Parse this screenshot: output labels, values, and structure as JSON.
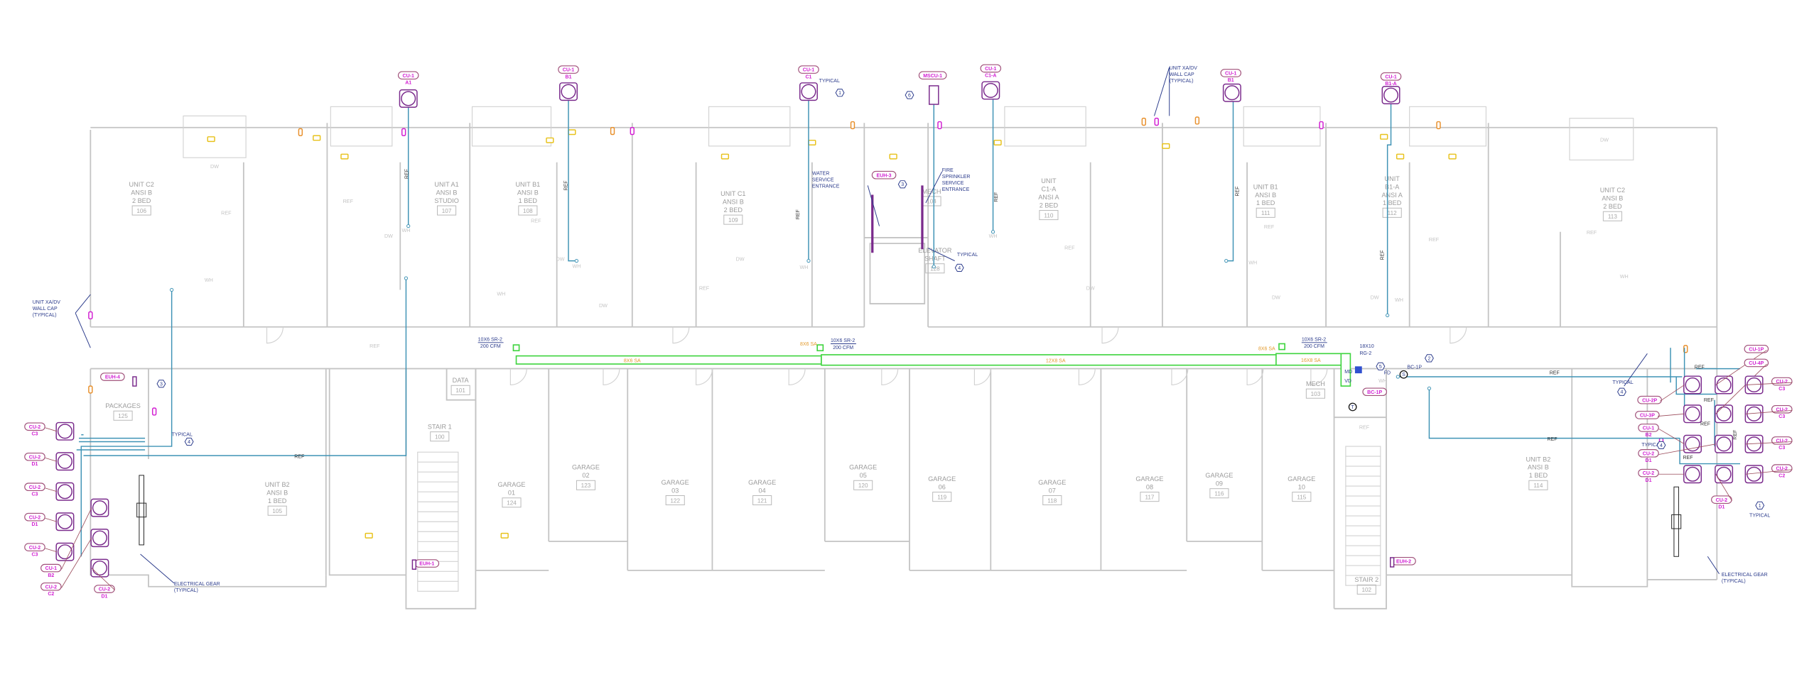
{
  "colors": {
    "walls": "#c4c4c4",
    "equipment_tag": "#d21fd2",
    "condenser": "#7a2a8c",
    "refrigerant_line": "#3f93b5",
    "supply_duct": "#3fd43f",
    "duct_size_label": "#e39a2c",
    "annotation": "#2c3c8c"
  },
  "rooms": [
    {
      "lines": [
        "UNIT C2",
        "ANSI B",
        "2 BED"
      ],
      "number": "106"
    },
    {
      "lines": [
        "UNIT A1",
        "ANSI B",
        "STUDIO"
      ],
      "number": "107"
    },
    {
      "lines": [
        "UNIT B1",
        "ANSI B",
        "1 BED"
      ],
      "number": "108"
    },
    {
      "lines": [
        "UNIT C1",
        "ANSI B",
        "2 BED"
      ],
      "number": "109"
    },
    {
      "lines": [
        "MECH"
      ],
      "number": "104"
    },
    {
      "lines": [
        "ELEVATOR",
        "SHAFT"
      ],
      "number": "128"
    },
    {
      "lines": [
        "UNIT",
        "C1-A",
        "ANSI A",
        "2 BED"
      ],
      "number": "110"
    },
    {
      "lines": [
        "UNIT B1",
        "ANSI B",
        "1 BED"
      ],
      "number": "111"
    },
    {
      "lines": [
        "UNIT",
        "B1-A",
        "ANSI A",
        "1 BED"
      ],
      "number": "112"
    },
    {
      "lines": [
        "UNIT C2",
        "ANSI B",
        "2 BED"
      ],
      "number": "113"
    },
    {
      "lines": [
        "PACKAGES"
      ],
      "number": "125"
    },
    {
      "lines": [
        "DATA"
      ],
      "number": "101"
    },
    {
      "lines": [
        "STAIR 1"
      ],
      "number": "100"
    },
    {
      "lines": [
        "UNIT B2",
        "ANSI B",
        "1 BED"
      ],
      "number": "105"
    },
    {
      "lines": [
        "GARAGE",
        "01"
      ],
      "number": "124"
    },
    {
      "lines": [
        "GARAGE",
        "02"
      ],
      "number": "123"
    },
    {
      "lines": [
        "GARAGE",
        "03"
      ],
      "number": "122"
    },
    {
      "lines": [
        "GARAGE",
        "04"
      ],
      "number": "121"
    },
    {
      "lines": [
        "GARAGE",
        "05"
      ],
      "number": "120"
    },
    {
      "lines": [
        "GARAGE",
        "06"
      ],
      "number": "119"
    },
    {
      "lines": [
        "GARAGE",
        "07"
      ],
      "number": "118"
    },
    {
      "lines": [
        "GARAGE",
        "08"
      ],
      "number": "117"
    },
    {
      "lines": [
        "GARAGE",
        "09"
      ],
      "number": "116"
    },
    {
      "lines": [
        "GARAGE",
        "10"
      ],
      "number": "115"
    },
    {
      "lines": [
        "MECH"
      ],
      "number": "103"
    },
    {
      "lines": [
        "STAIR 2"
      ],
      "number": "102"
    },
    {
      "lines": [
        "UNIT B2",
        "ANSI B",
        "1 BED"
      ],
      "number": "114"
    }
  ],
  "fixture_labels": [
    "DW",
    "REF",
    "WH",
    "REF",
    "WH",
    "REF",
    "DW",
    "WH",
    "DW",
    "REF",
    "WH",
    "DW",
    "REF",
    "WH",
    "DW",
    "WH",
    "REF",
    "DW",
    "WH",
    "REF",
    "DW",
    "WH",
    "DW",
    "REF",
    "WH",
    "REF",
    "DW",
    "REF",
    "WH"
  ],
  "condensers": [
    {
      "tag": "CU-1",
      "sub": "A1"
    },
    {
      "tag": "CU-1",
      "sub": "B1"
    },
    {
      "tag": "CU-1",
      "sub": "C1"
    },
    {
      "tag": "MSCU-1",
      "sub": ""
    },
    {
      "tag": "CU-1",
      "sub": "C1-A"
    },
    {
      "tag": "CU-1",
      "sub": "B1"
    },
    {
      "tag": "CU-1",
      "sub": "B1-A"
    },
    {
      "tag": "CU-2",
      "sub": "C3"
    },
    {
      "tag": "CU-2",
      "sub": "D1"
    },
    {
      "tag": "CU-2",
      "sub": "C3"
    },
    {
      "tag": "CU-2",
      "sub": "D1"
    },
    {
      "tag": "CU-2",
      "sub": "C3"
    },
    {
      "tag": "CU-1",
      "sub": "B2"
    },
    {
      "tag": "CU-2",
      "sub": "C2"
    },
    {
      "tag": "CU-2",
      "sub": "D1"
    },
    {
      "tag": "CU-1P",
      "sub": ""
    },
    {
      "tag": "CU-4P",
      "sub": ""
    },
    {
      "tag": "CU-2",
      "sub": "C3"
    },
    {
      "tag": "CU-2P",
      "sub": ""
    },
    {
      "tag": "CU-3P",
      "sub": ""
    },
    {
      "tag": "CU-2",
      "sub": "C3"
    },
    {
      "tag": "CU-1",
      "sub": "B2"
    },
    {
      "tag": "CU-2",
      "sub": "C3"
    },
    {
      "tag": "CU-2",
      "sub": "D1"
    },
    {
      "tag": "CU-2",
      "sub": "D1"
    },
    {
      "tag": "CU-2",
      "sub": "C2"
    },
    {
      "tag": "CU-2",
      "sub": "D1"
    }
  ],
  "equipment_tags": [
    "EUH-3",
    "EUH-4",
    "EUH-1",
    "EUH-2",
    "BC-1P"
  ],
  "notes": [
    {
      "lines": [
        "UNIT XA/DV",
        "WALL CAP",
        "(TYPICAL)"
      ]
    },
    {
      "lines": [
        "UNIT XA/DV",
        "WALL CAP",
        "(TYPICAL)"
      ]
    },
    {
      "lines": [
        "WATER",
        "SERVICE",
        "ENTRANCE"
      ]
    },
    {
      "lines": [
        "FIRE",
        "SPRINKLER",
        "SERVICE",
        "ENTRANCE"
      ]
    },
    {
      "lines": [
        "ELECTRICAL GEAR",
        "(TYPICAL)"
      ]
    },
    {
      "lines": [
        "ELECTRICAL GEAR",
        "(TYPICAL)"
      ]
    },
    {
      "lines": [
        "TYPICAL"
      ]
    },
    {
      "lines": [
        "TYPICAL"
      ]
    },
    {
      "lines": [
        "TYPICAL"
      ]
    },
    {
      "lines": [
        "TYPICAL"
      ]
    },
    {
      "lines": [
        "TYPICAL"
      ]
    },
    {
      "lines": [
        "TYPICAL"
      ]
    },
    {
      "lines": [
        "MD"
      ]
    },
    {
      "lines": [
        "VD"
      ]
    },
    {
      "lines": [
        "FD"
      ]
    },
    {
      "lines": [
        "BC-1P"
      ]
    }
  ],
  "keynotes": [
    "1",
    "6",
    "3",
    "4",
    "3",
    "4",
    "5",
    "2",
    "4",
    "4",
    "1"
  ],
  "symbols": [
    "S",
    "T"
  ],
  "ref_labels": [
    "REF",
    "REF",
    "REF",
    "REF",
    "REF",
    "REF",
    "REF",
    "REF",
    "REF",
    "REF",
    "REF",
    "REF",
    "REF",
    "REF"
  ],
  "ducts": {
    "diffusers": [
      {
        "size": "10X6 SR-2",
        "cfm": "200 CFM"
      },
      {
        "size": "10X6 SR-2",
        "cfm": "200 CFM"
      },
      {
        "size": "10X6 SR-2",
        "cfm": "200 CFM"
      }
    ],
    "grille": {
      "size": "18X10",
      "type": "RG-2"
    },
    "sizes": [
      "8X6 SA",
      "8X6 SA",
      "12X8 SA",
      "8X6 SA",
      "16X8 SA"
    ]
  }
}
